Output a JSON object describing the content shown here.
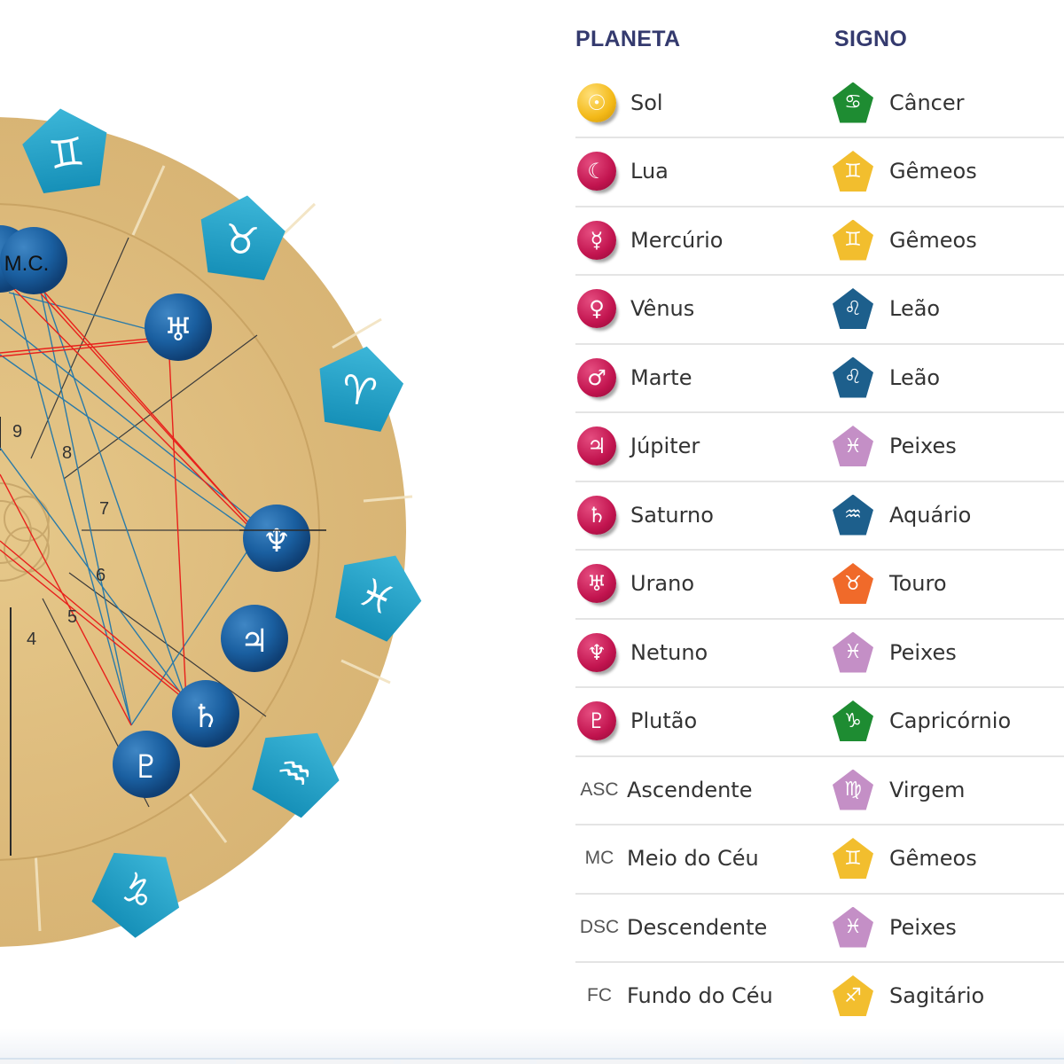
{
  "table": {
    "headers": {
      "planet": "PLANETA",
      "sign": "SIGNO"
    },
    "header_color": "#343a6e",
    "rows": [
      {
        "planet": "Sol",
        "planet_icon": "sun-icon",
        "planet_glyph": "☉",
        "planet_style": "gold",
        "sign": "Câncer",
        "sign_icon": "cancer-icon",
        "sign_glyph": "♋",
        "sign_color": "#1e8c32"
      },
      {
        "planet": "Lua",
        "planet_icon": "moon-icon",
        "planet_glyph": "☾",
        "planet_style": "pink",
        "sign": "Gêmeos",
        "sign_icon": "gemini-icon",
        "sign_glyph": "♊",
        "sign_color": "#f2be2e"
      },
      {
        "planet": "Mercúrio",
        "planet_icon": "mercury-icon",
        "planet_glyph": "☿",
        "planet_style": "pink",
        "sign": "Gêmeos",
        "sign_icon": "gemini-icon",
        "sign_glyph": "♊",
        "sign_color": "#f2be2e"
      },
      {
        "planet": "Vênus",
        "planet_icon": "venus-icon",
        "planet_glyph": "♀",
        "planet_style": "pink",
        "sign": "Leão",
        "sign_icon": "leo-icon",
        "sign_glyph": "♌",
        "sign_color": "#1d5f8c"
      },
      {
        "planet": "Marte",
        "planet_icon": "mars-icon",
        "planet_glyph": "♂",
        "planet_style": "pink",
        "sign": "Leão",
        "sign_icon": "leo-icon",
        "sign_glyph": "♌",
        "sign_color": "#1d5f8c"
      },
      {
        "planet": "Júpiter",
        "planet_icon": "jupiter-icon",
        "planet_glyph": "♃",
        "planet_style": "pink",
        "sign": "Peixes",
        "sign_icon": "pisces-icon",
        "sign_glyph": "♓",
        "sign_color": "#c48fc6"
      },
      {
        "planet": "Saturno",
        "planet_icon": "saturn-icon",
        "planet_glyph": "♄",
        "planet_style": "pink",
        "sign": "Aquário",
        "sign_icon": "aquarius-icon",
        "sign_glyph": "♒",
        "sign_color": "#1d5f8c"
      },
      {
        "planet": "Urano",
        "planet_icon": "uranus-icon",
        "planet_glyph": "♅",
        "planet_style": "pink",
        "sign": "Touro",
        "sign_icon": "taurus-icon",
        "sign_glyph": "♉",
        "sign_color": "#f06a2a"
      },
      {
        "planet": "Netuno",
        "planet_icon": "neptune-icon",
        "planet_glyph": "♆",
        "planet_style": "pink",
        "sign": "Peixes",
        "sign_icon": "pisces-icon",
        "sign_glyph": "♓",
        "sign_color": "#c48fc6"
      },
      {
        "planet": "Plutão",
        "planet_icon": "pluto-icon",
        "planet_glyph": "♇",
        "planet_style": "pink",
        "sign": "Capricórnio",
        "sign_icon": "capricorn-icon",
        "sign_glyph": "♑",
        "sign_color": "#1e8c32"
      },
      {
        "planet": "Ascendente",
        "abbr": "ASC",
        "sign": "Virgem",
        "sign_icon": "virgo-icon",
        "sign_glyph": "♍",
        "sign_color": "#c48fc6"
      },
      {
        "planet": "Meio do Céu",
        "abbr": "MC",
        "sign": "Gêmeos",
        "sign_icon": "gemini-icon",
        "sign_glyph": "♊",
        "sign_color": "#f2be2e"
      },
      {
        "planet": "Descendente",
        "abbr": "DSC",
        "sign": "Peixes",
        "sign_icon": "pisces-icon",
        "sign_glyph": "♓",
        "sign_color": "#c48fc6"
      },
      {
        "planet": "Fundo do Céu",
        "abbr": "FC",
        "sign": "Sagitário",
        "sign_icon": "sagittarius-icon",
        "sign_glyph": "♐",
        "sign_color": "#f2be2e"
      }
    ]
  },
  "chart": {
    "mc_label": "M.C.",
    "house_numbers": [
      "9",
      "8",
      "7",
      "6",
      "5",
      "4"
    ],
    "zodiac_ring": [
      {
        "name": "gemini",
        "glyph": "♊"
      },
      {
        "name": "taurus",
        "glyph": "♉"
      },
      {
        "name": "aries",
        "glyph": "♈"
      },
      {
        "name": "pisces",
        "glyph": "♓"
      },
      {
        "name": "aquarius",
        "glyph": "♒"
      },
      {
        "name": "capricorn",
        "glyph": "♑"
      }
    ],
    "planets_on_wheel": [
      {
        "name": "uranus",
        "glyph": "♅"
      },
      {
        "name": "neptune",
        "glyph": "♆"
      },
      {
        "name": "jupiter",
        "glyph": "♃"
      },
      {
        "name": "saturn",
        "glyph": "♄"
      },
      {
        "name": "pluto",
        "glyph": "♇"
      }
    ],
    "colors": {
      "wood": "#dcb879",
      "sign_tile": "#1f9fc4",
      "planet_ball": "#1a5fa0",
      "aspect_red": "#e8201c",
      "aspect_blue": "#2a7aa8"
    }
  }
}
